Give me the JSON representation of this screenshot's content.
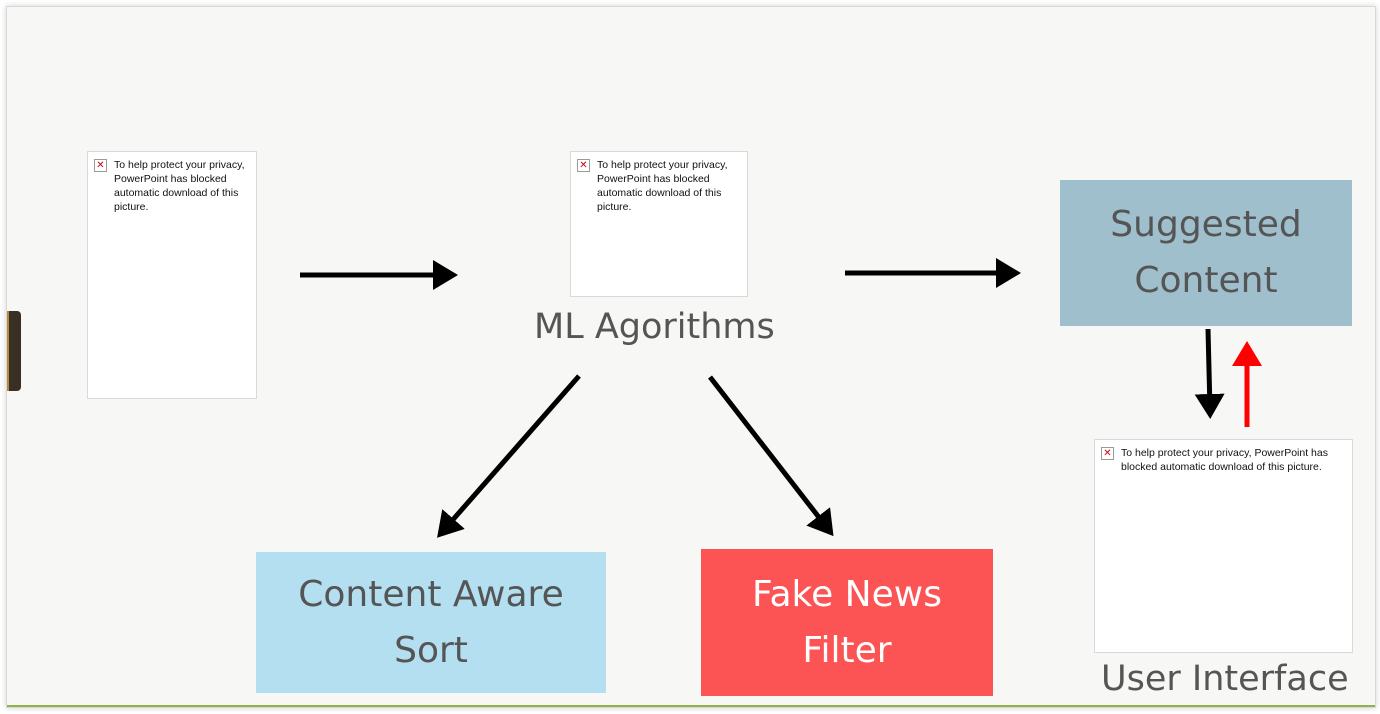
{
  "blocked_picture_message_wrapped": "To help protect your privacy,\nPowerPoint has blocked\nautomatic download of this\npicture.",
  "blocked_picture_message_wide": "To help protect your privacy, PowerPoint has\nblocked automatic download of this picture.",
  "ml_label": "ML Agorithms",
  "user_interface_label": "User Interface",
  "suggested_content": "Suggested\nContent",
  "content_aware_sort": "Content Aware\nSort",
  "fake_news_filter": "Fake News\nFilter",
  "colors": {
    "suggested_bg": "#9fbfcd",
    "content_aware_bg": "#b3dff0",
    "fake_news_bg": "#fc5454",
    "arrow": "#000000",
    "feedback_arrow": "#ff0000"
  }
}
